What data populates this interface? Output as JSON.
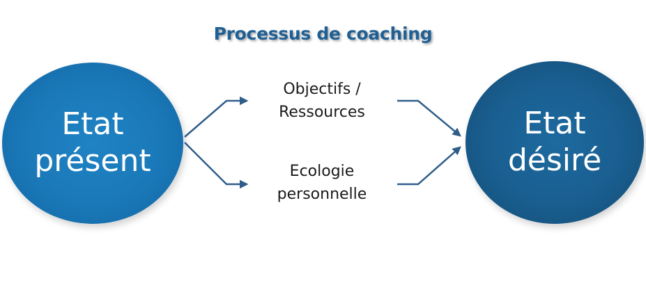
{
  "title": "Processus de coaching",
  "colors": {
    "title": "#1f5f93",
    "arrow": "#2f5d8a",
    "left_circle": "#1a78b8",
    "right_circle": "#195e8f"
  },
  "left_state": {
    "line1": "Etat",
    "line2": "présent"
  },
  "right_state": {
    "line1": "Etat",
    "line2": "désiré"
  },
  "middle": {
    "top": {
      "line1": "Objectifs /",
      "line2": "Ressources"
    },
    "bottom": {
      "line1": "Ecologie",
      "line2": "personnelle"
    }
  }
}
